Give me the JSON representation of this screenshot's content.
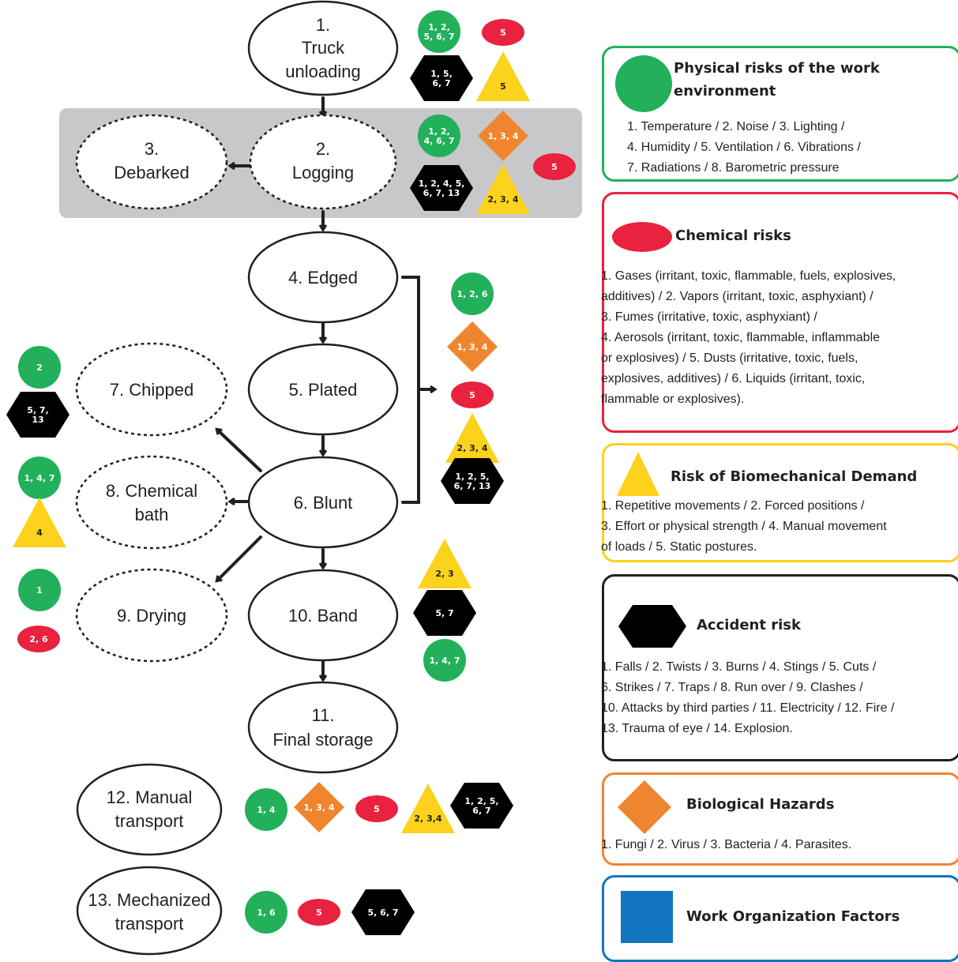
{
  "colors": {
    "physical": "#22b05a",
    "chemical": "#e8223f",
    "biomechanical": "#fcd21c",
    "accident": "#000000",
    "biological": "#f08530",
    "work_org": "#1175bf",
    "process_band": "#c8c8ca"
  },
  "nodes": {
    "n1": {
      "line1": "1.",
      "line2": "Truck",
      "line3": "unloading"
    },
    "n2": {
      "line1": "2.",
      "line2": "Logging"
    },
    "n3": {
      "line1": "3.",
      "line2": "Debarked"
    },
    "n4": {
      "label": "4. Edged"
    },
    "n5": {
      "label": "5. Plated"
    },
    "n6": {
      "label": "6. Blunt"
    },
    "n7": {
      "label": "7. Chipped"
    },
    "n8": {
      "line1": "8. Chemical",
      "line2": "bath"
    },
    "n9": {
      "label": "9. Drying"
    },
    "n10": {
      "label": "10. Band"
    },
    "n11": {
      "line1": "11.",
      "line2": "Final storage"
    },
    "n12": {
      "line1": "12. Manual",
      "line2": "transport"
    },
    "n13": {
      "line1": "13. Mechanized",
      "line2": "transport"
    }
  },
  "badges": {
    "s1_physical": [
      "1, 2,",
      "5, 6, 7"
    ],
    "s1_chemical": [
      "5"
    ],
    "s1_accident": [
      "1, 5,",
      "6, 7"
    ],
    "s1_biomech": [
      "5"
    ],
    "s2_physical": [
      "1, 2,",
      "4, 6, 7"
    ],
    "s2_biological": [
      "1, 3, 4"
    ],
    "s2_chemical": [
      "5"
    ],
    "s2_accident": [
      "1, 2, 4, 5,",
      "6, 7, 13"
    ],
    "s2_biomech": [
      "2, 3, 4"
    ],
    "s4_physical": [
      "1, 2, 6"
    ],
    "s4_biological": [
      "1, 3, 4"
    ],
    "s4_chemical": [
      "5"
    ],
    "s4_biomech": [
      "2, 3, 4"
    ],
    "s4_accident": [
      "1, 2, 5,",
      "6, 7, 13"
    ],
    "s7_physical": [
      "2"
    ],
    "s7_accident": [
      "5, 7,",
      "13"
    ],
    "s8_physical": [
      "1, 4, 7"
    ],
    "s8_biomech": [
      "4"
    ],
    "s9_physical": [
      "1"
    ],
    "s9_chemical": [
      "2, 6"
    ],
    "s10_biomech": [
      "2, 3"
    ],
    "s10_accident": [
      "5, 7"
    ],
    "s10_physical": [
      "1, 4, 7"
    ],
    "s12_physical": [
      "1, 4"
    ],
    "s12_biological": [
      "1, 3, 4"
    ],
    "s12_chemical": [
      "5"
    ],
    "s12_biomech": [
      "2, 3,4"
    ],
    "s12_accident": [
      "1, 2, 5,",
      "6, 7"
    ],
    "s13_physical": [
      "1, 6"
    ],
    "s13_chemical": [
      "5"
    ],
    "s13_accident": [
      "5, 6, 7"
    ]
  },
  "legend": {
    "physical": {
      "title_line1": "Physical risks of the work",
      "title_line2": "environment",
      "lines": [
        "1. Temperature  / 2. Noise  / 3. Lighting /",
        "4. Humidity / 5. Ventilation / 6. Vibrations /",
        "7. Radiations / 8. Barometric pressure"
      ]
    },
    "chemical": {
      "title": "Chemical risks",
      "lines": [
        "1. Gases (irritant, toxic, flammable, fuels, explosives,",
        "additives) / 2. Vapors (irritant, toxic, asphyxiant) /",
        "3. Fumes (irritative, toxic, asphyxiant) /",
        "4. Aerosols (irritant, toxic, flammable, inflammable",
        "or explosives) / 5. Dusts (irritative, toxic, fuels,",
        "explosives, additives) / 6. Liquids (irritant, toxic,",
        "flammable or explosives)."
      ]
    },
    "biomechanical": {
      "title": "Risk of Biomechanical Demand",
      "lines": [
        "1. Repetitive movements / 2. Forced positions /",
        "3. Effort or physical strength / 4. Manual movement",
        "of loads / 5. Static postures."
      ]
    },
    "accident": {
      "title": "Accident risk",
      "lines": [
        "1. Falls / 2. Twists / 3. Burns / 4. Stings / 5. Cuts /",
        "6. Strikes / 7. Traps / 8. Run over / 9. Clashes /",
        "10. Attacks by third parties / 11. Electricity / 12. Fire /",
        "13. Trauma of eye / 14. Explosion."
      ]
    },
    "biological": {
      "title": "Biological Hazards",
      "lines": [
        "1. Fungi / 2. Virus / 3. Bacteria / 4. Parasites."
      ]
    },
    "work_org": {
      "title": "Work Organization Factors"
    }
  }
}
